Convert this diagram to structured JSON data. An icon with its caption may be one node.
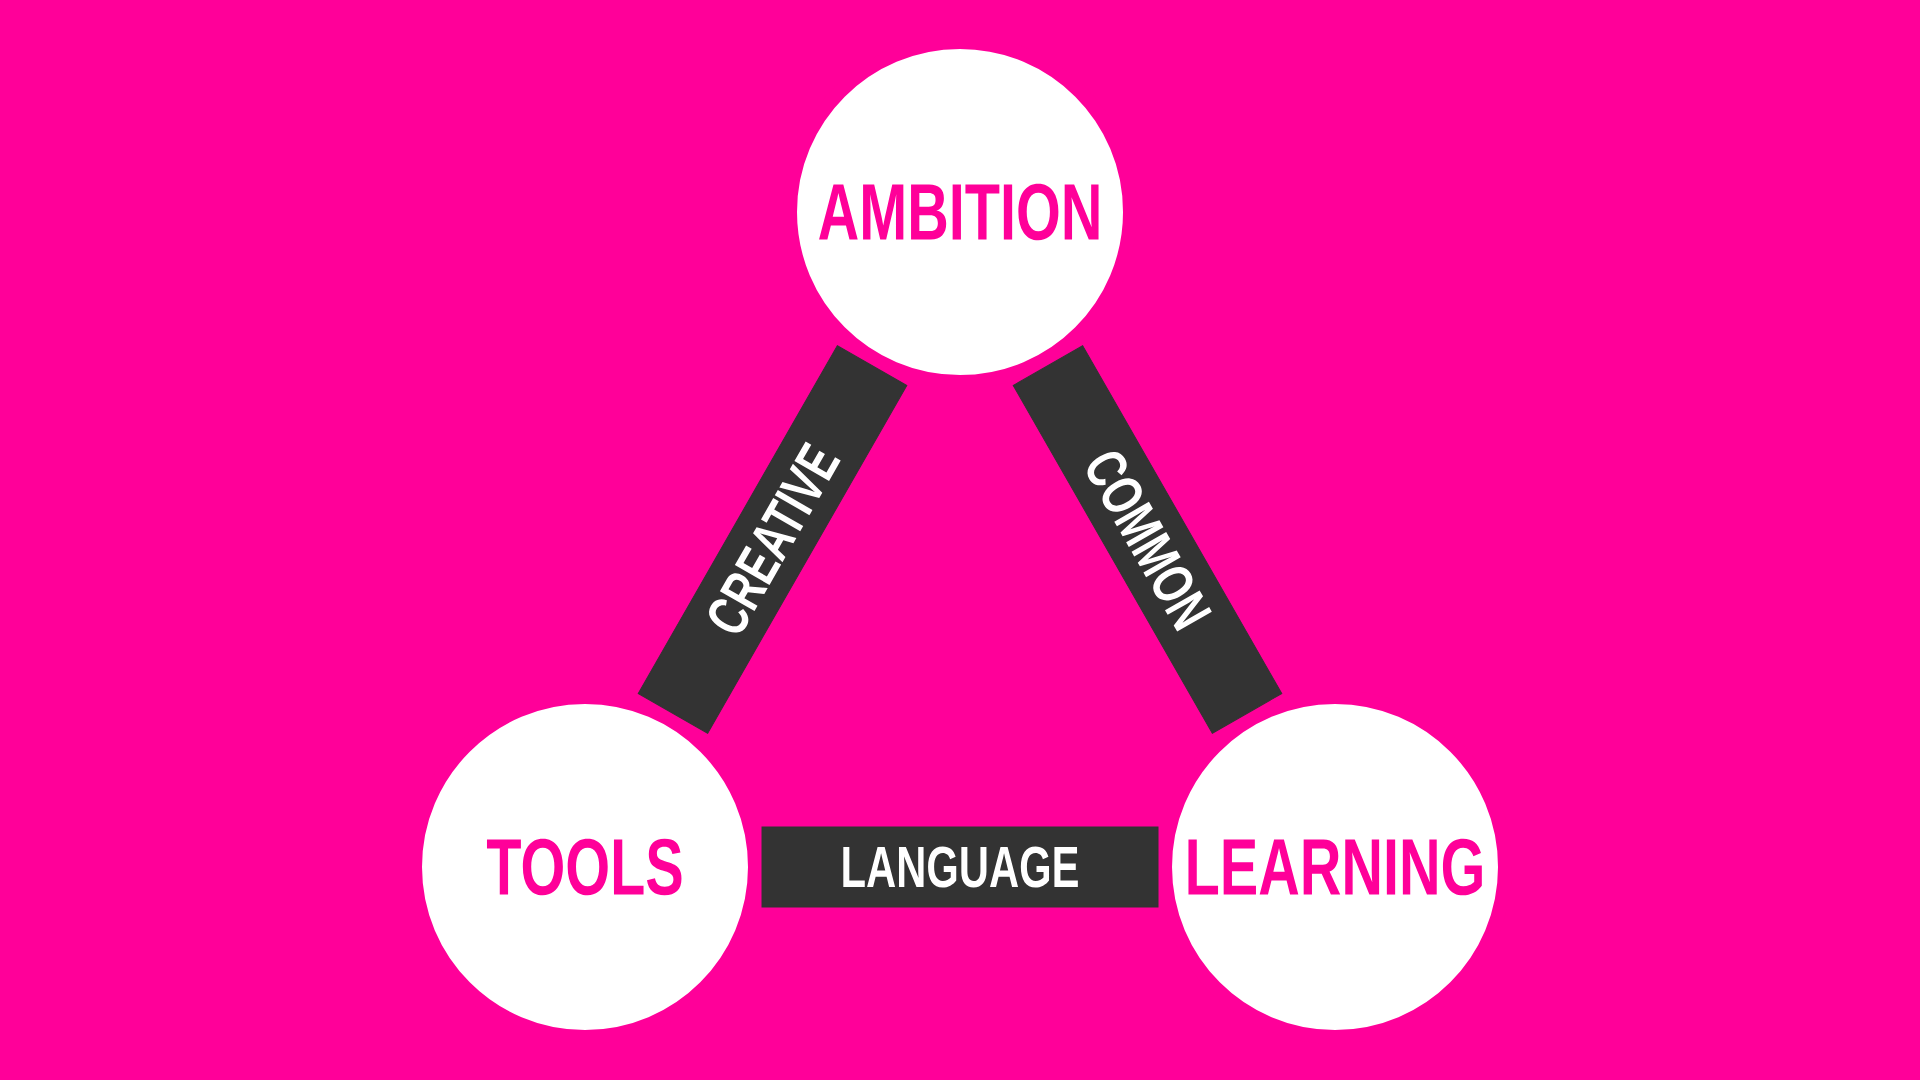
{
  "diagram": {
    "nodes": [
      {
        "text": [
          "AMBITION"
        ]
      },
      {
        "text": [
          "TOOLS"
        ]
      },
      {
        "text": [
          "LEARNING"
        ]
      }
    ],
    "edges": [
      {
        "from": 0,
        "to": 1,
        "arrow": "none",
        "label": "CREATIVE"
      },
      {
        "from": 0,
        "to": 2,
        "arrow": "none",
        "label": "COMMON"
      },
      {
        "from": 1,
        "to": 2,
        "arrow": "none",
        "label": "LANGUAGE"
      }
    ]
  }
}
